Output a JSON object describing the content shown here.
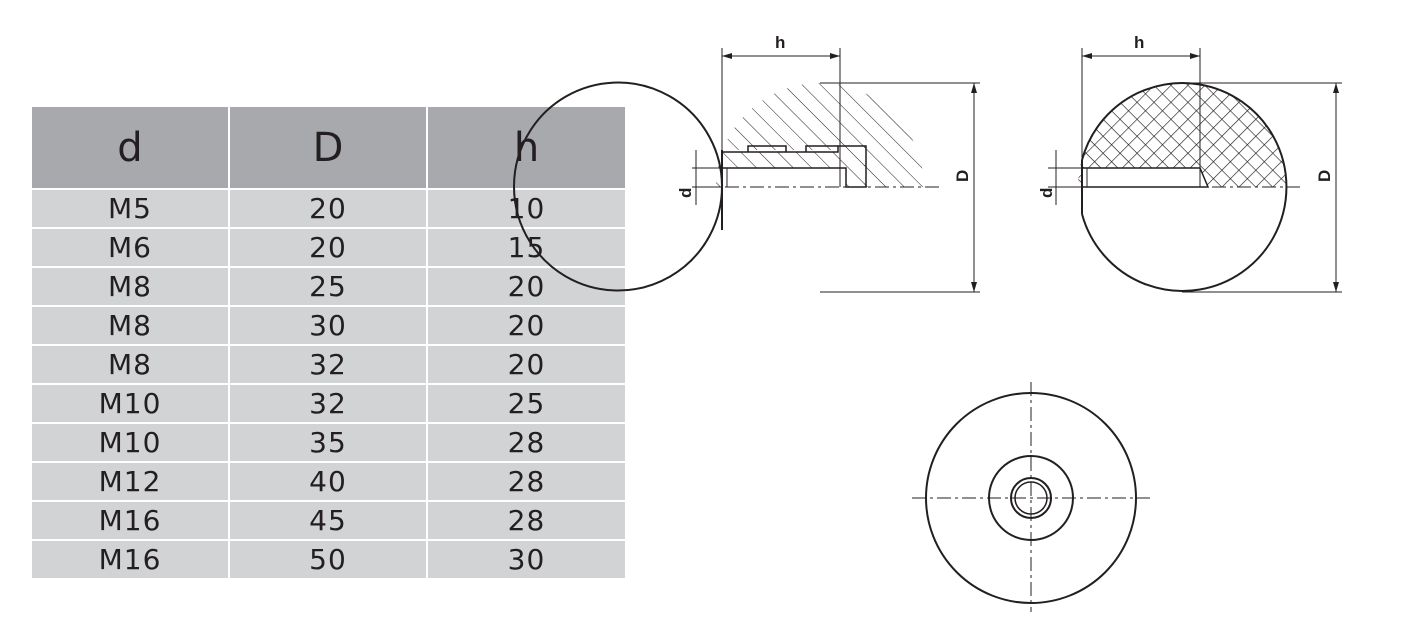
{
  "table": {
    "headers": [
      "d",
      "D",
      "h"
    ],
    "rows": [
      [
        "M5",
        "20",
        "10"
      ],
      [
        "M6",
        "20",
        "15"
      ],
      [
        "M8",
        "25",
        "20"
      ],
      [
        "M8",
        "30",
        "20"
      ],
      [
        "M8",
        "32",
        "20"
      ],
      [
        "M10",
        "32",
        "25"
      ],
      [
        "M10",
        "35",
        "28"
      ],
      [
        "M12",
        "40",
        "28"
      ],
      [
        "M16",
        "45",
        "28"
      ],
      [
        "M16",
        "50",
        "30"
      ]
    ]
  },
  "drawing": {
    "labels": {
      "h_left": "h",
      "d_left": "d",
      "D_left": "D",
      "h_right": "h",
      "d_right": "d",
      "D_right": "D"
    },
    "colors": {
      "line": "#231f20",
      "header_bg": "#a7a9ac",
      "row_bg": "#d1d3d4"
    }
  }
}
